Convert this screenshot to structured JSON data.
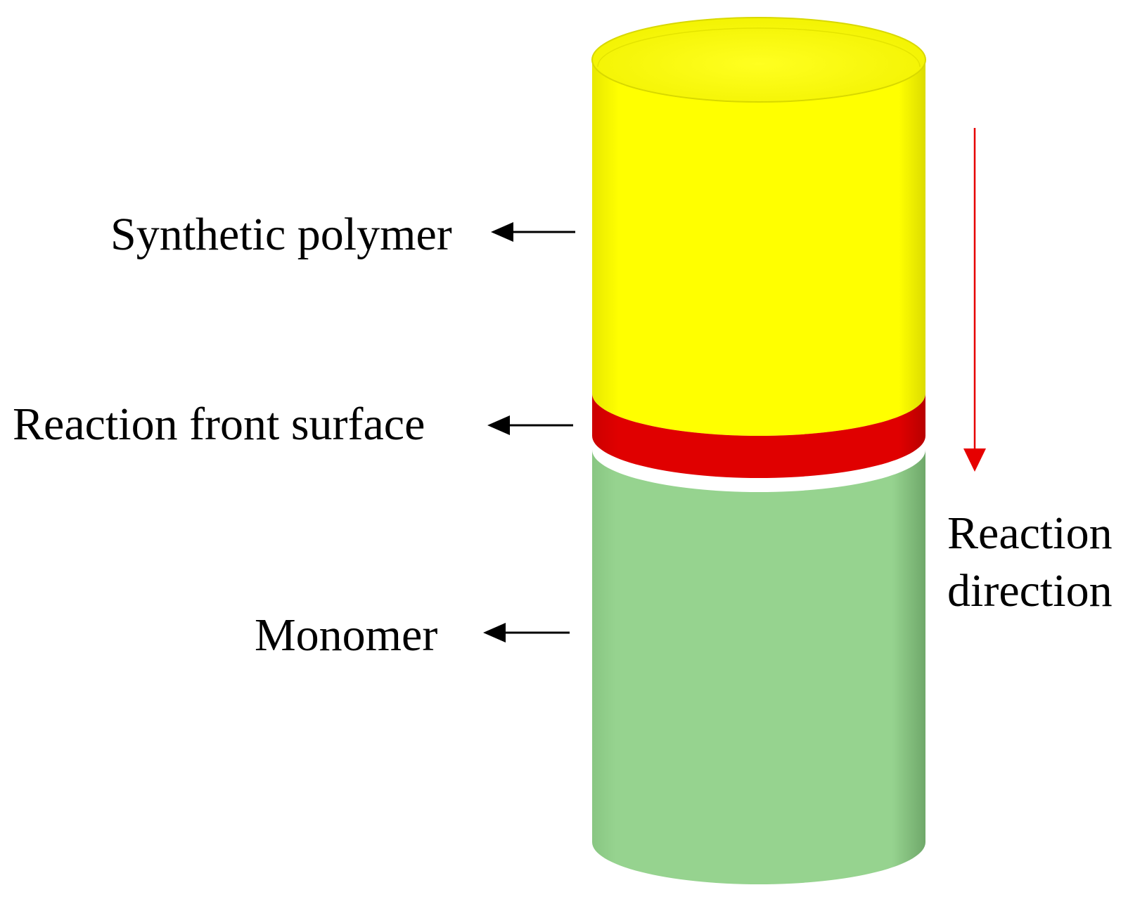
{
  "labels": {
    "synthetic_polymer": "Synthetic polymer",
    "reaction_front_surface": "Reaction front surface",
    "monomer": "Monomer",
    "reaction_direction_line1": "Reaction",
    "reaction_direction_line2": "direction"
  },
  "colors": {
    "polymer": "#ffff00",
    "reaction_front": "#dd0000",
    "monomer": "#96d38f",
    "direction_arrow": "#e60000",
    "pointer_arrow": "#000000"
  }
}
